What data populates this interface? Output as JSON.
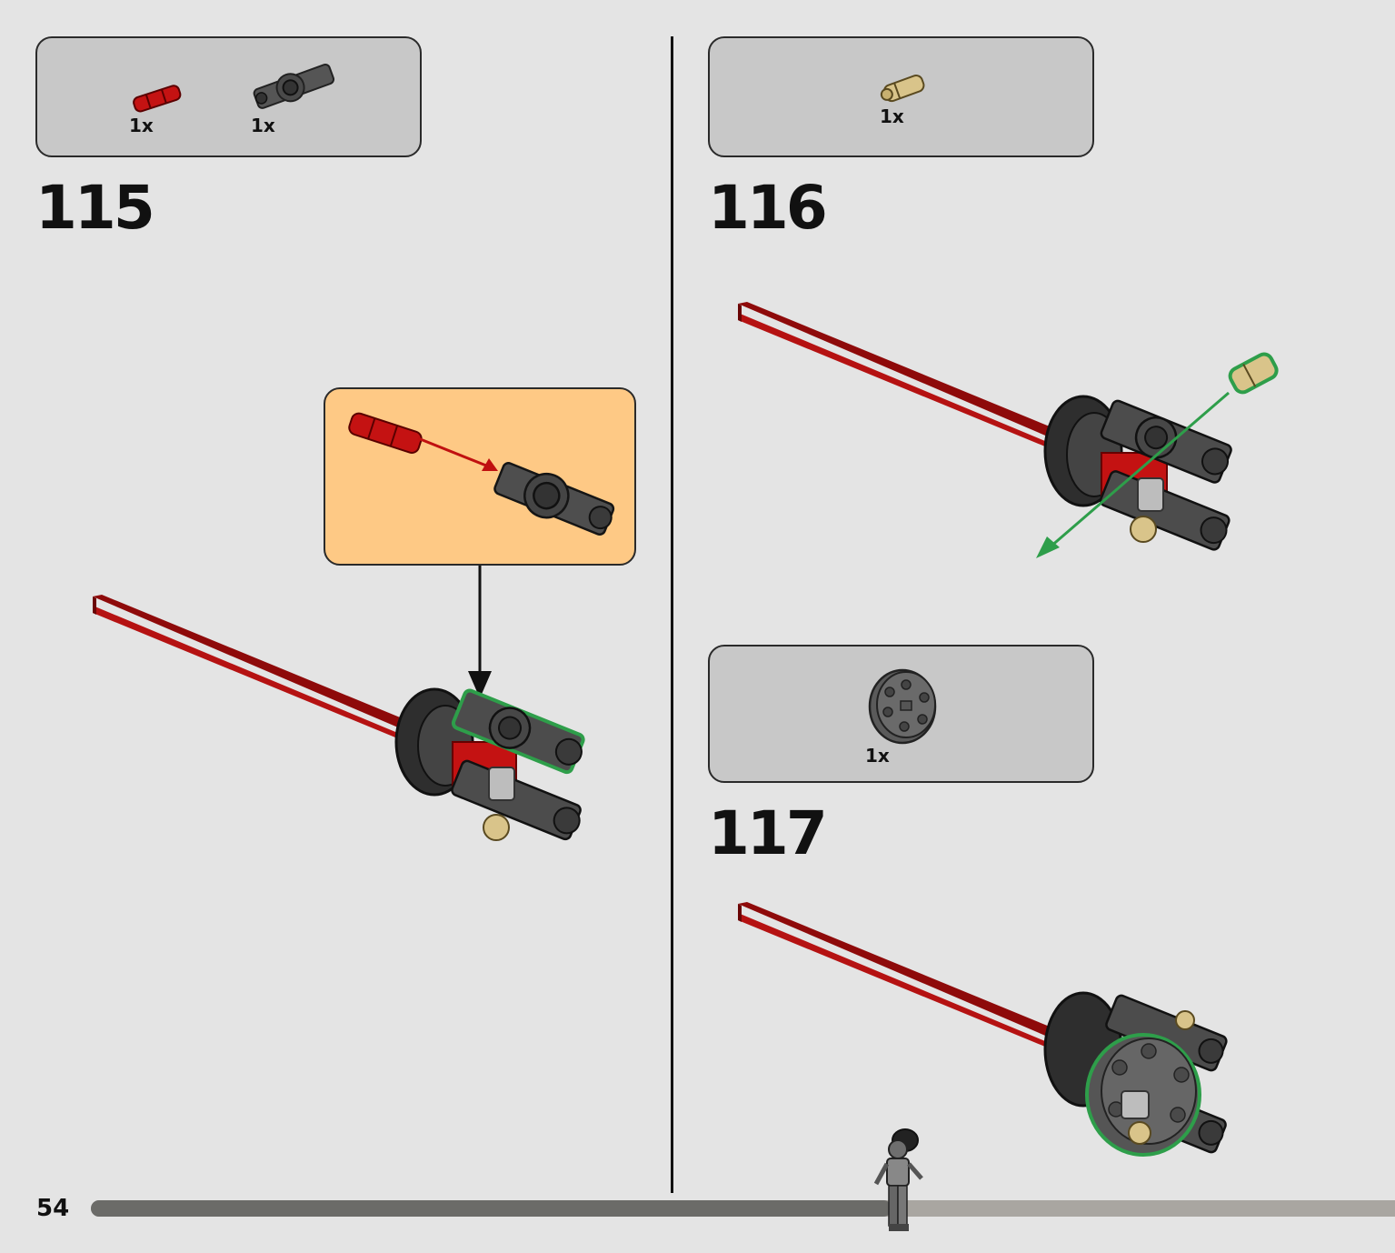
{
  "page": {
    "number": "54"
  },
  "progress": {
    "fraction": 0.61
  },
  "colors": {
    "background": "#e4e4e4",
    "parts_box": "#c8c8c8",
    "callout": "#fec985",
    "axle_red": "#b50d0d",
    "dark_grey": "#3a3a3a",
    "tan": "#d9c48a",
    "highlight_green": "#2e9e4a",
    "progress_done": "#6b6b68",
    "progress_todo": "#a9a6a1"
  },
  "steps": [
    {
      "number": "115",
      "parts": [
        {
          "qty": "1x",
          "icon": "red-axle-connector-icon"
        },
        {
          "qty": "1x",
          "icon": "grey-axle-connector-icon"
        }
      ]
    },
    {
      "number": "116",
      "parts": [
        {
          "qty": "1x",
          "icon": "tan-pin-icon"
        }
      ]
    },
    {
      "number": "117",
      "parts": [
        {
          "qty": "1x",
          "icon": "grey-round-plate-icon"
        }
      ]
    }
  ]
}
